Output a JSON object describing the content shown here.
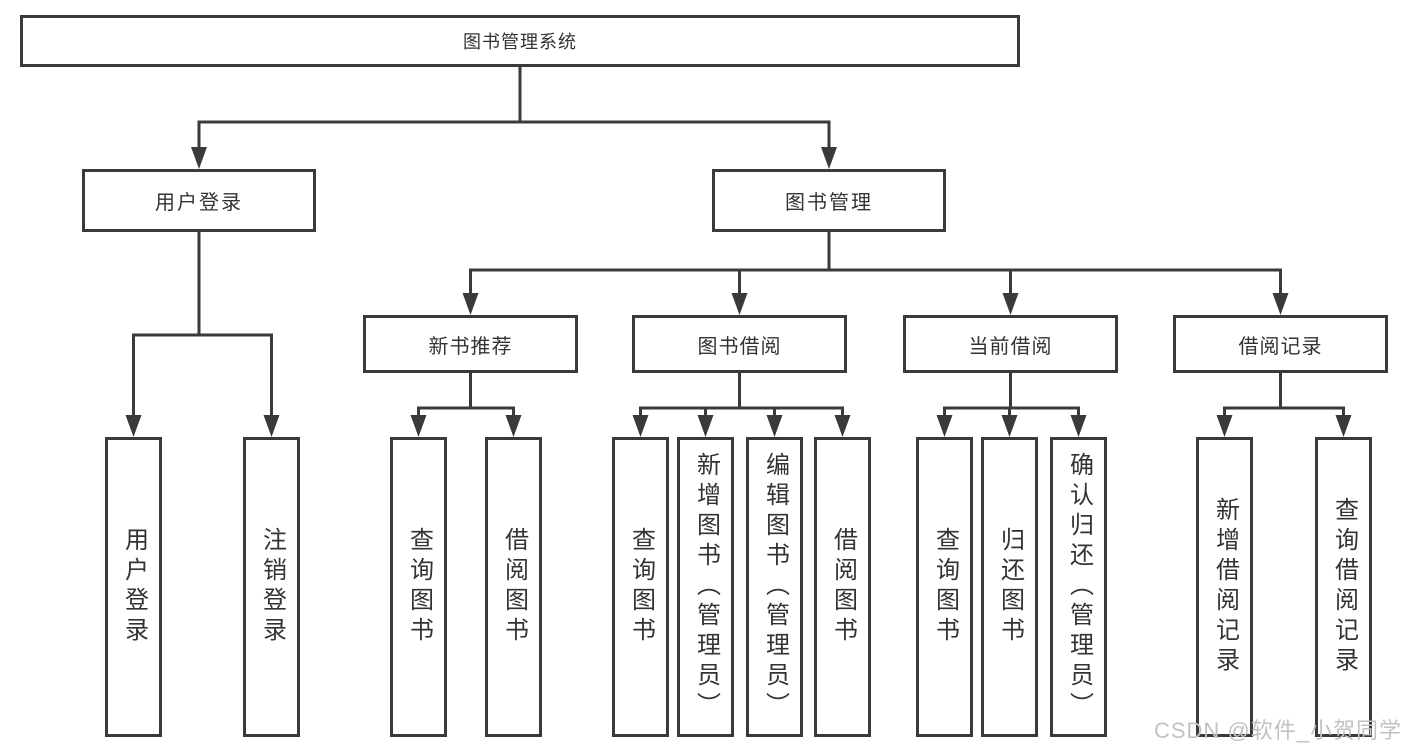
{
  "tree": {
    "root": {
      "label": "图书管理系统"
    },
    "branches": [
      {
        "label": "用户登录",
        "children": [
          "用户登录",
          "注销登录"
        ]
      },
      {
        "label": "图书管理",
        "sections": [
          {
            "label": "新书推荐",
            "children": [
              "查询图书",
              "借阅图书"
            ]
          },
          {
            "label": "图书借阅",
            "children": [
              "查询图书",
              "新增图书（管理员）",
              "编辑图书（管理员）",
              "借阅图书"
            ]
          },
          {
            "label": "当前借阅",
            "children": [
              "查询图书",
              "归还图书",
              "确认归还（管理员）"
            ]
          },
          {
            "label": "借阅记录",
            "children": [
              "新增借阅记录",
              "查询借阅记录"
            ]
          }
        ]
      }
    ]
  },
  "watermark": "CSDN @软件_小贺同学",
  "colors": {
    "line": "#3a3a3a",
    "border": "#3a3a3a",
    "text": "#333333",
    "background": "#ffffff",
    "watermark": "#c2c2c2"
  }
}
